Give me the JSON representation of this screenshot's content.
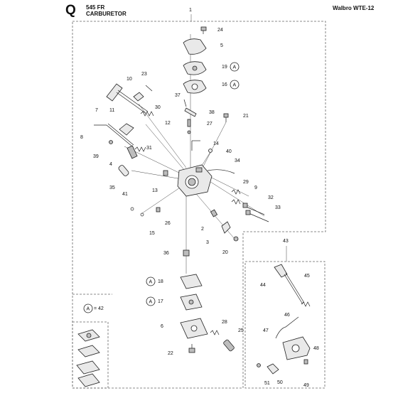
{
  "header": {
    "page_letter": "Q",
    "model": "545  FR",
    "title": "CARBURETOR",
    "carb_type": "Walbro WTE-12"
  },
  "labels": {
    "l1": "1",
    "l2": "2",
    "l3": "3",
    "l4": "4",
    "l5": "5",
    "l6": "6",
    "l7": "7",
    "l8": "8",
    "l9": "9",
    "l10": "10",
    "l11": "11",
    "l12": "12",
    "l13": "13",
    "l14": "14",
    "l15": "15",
    "l16": "16",
    "l17": "17",
    "l18": "18",
    "l19": "19",
    "l20": "20",
    "l21": "21",
    "l22": "22",
    "l23": "23",
    "l24": "24",
    "l25": "25",
    "l26": "26",
    "l27": "27",
    "l28": "28",
    "l29": "29",
    "l30": "30",
    "l31": "31",
    "l32": "32",
    "l33": "33",
    "l34": "34",
    "l35": "35",
    "l36": "36",
    "l37": "37",
    "l38": "38",
    "l39": "39",
    "l40": "40",
    "l41": "41",
    "l42": "= 42",
    "l43": "43",
    "l44": "44",
    "l45": "45",
    "l46": "46",
    "l47": "47",
    "l48": "48",
    "l49": "49",
    "l50": "50",
    "l51": "51"
  },
  "kit_marker": "A"
}
